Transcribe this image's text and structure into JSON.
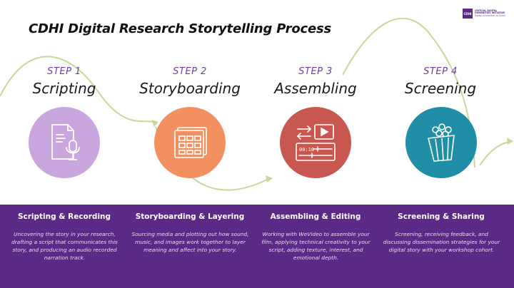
{
  "title": "CDHI Digital Research Storytelling Process",
  "logo": {
    "mark": "CDHI",
    "line1": "CRITICAL DIGITAL",
    "line2": "HUMANITIES INITIATIVE",
    "line3": "digital humanities at home"
  },
  "colors": {
    "band": "#5b2a86",
    "step_label": "#6b3fa0",
    "curve": "#c8d79a",
    "scripting": "#c9a6de",
    "storyboarding": "#f2915f",
    "assembling": "#c8574f",
    "screening": "#1f8ea6"
  },
  "steps": [
    {
      "label": "STEP 1",
      "name": "Scripting",
      "icon": "microphone-script-icon",
      "band_title": "Scripting & Recording",
      "description": "Uncovering the story in your research, drafting a script that communicates this story, and producing an audio recorded narration track."
    },
    {
      "label": "STEP 2",
      "name": "Storyboarding",
      "icon": "storyboard-frames-icon",
      "band_title": "Storyboarding & Layering",
      "description": "Sourcing media and plotting out how sound, music, and images work together to layer meaning and affect into your story."
    },
    {
      "label": "STEP 3",
      "name": "Assembling",
      "icon": "video-editing-icon",
      "band_title": "Assembling & Editing",
      "description": "Working with WeVideo to assemble your film, applying technical creativity to your script, adding texture, interest, and emotional depth."
    },
    {
      "label": "STEP 4",
      "name": "Screening",
      "icon": "popcorn-icon",
      "band_title": "Screening & Sharing",
      "description": "Screening, receiving feedback, and discussing dissemination strategies for your digital story with your workshop cohort."
    }
  ],
  "editing_timecode": "00:10"
}
